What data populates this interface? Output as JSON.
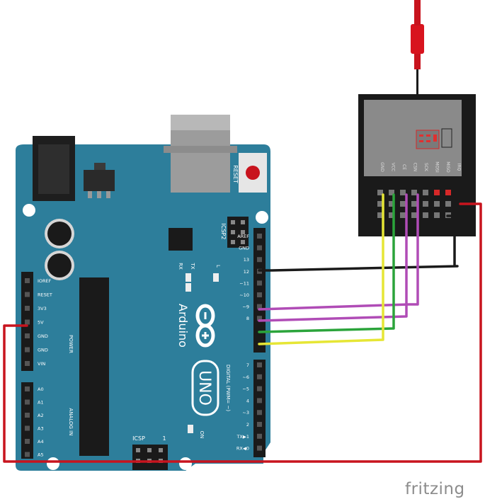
{
  "watermark": "fritzing",
  "board": {
    "brand": "Arduino",
    "model": "UNO",
    "reset_label": "RESET",
    "icsp_top": "ICSP2",
    "icsp_bottom": "ICSP",
    "led_tx": "TX",
    "led_rx": "RX",
    "led_l": "L",
    "led_on": "ON",
    "section_power": "POWER",
    "section_analog": "ANALOG IN",
    "section_digital": "DIGITAL (PWM= ~)",
    "header_label_1": "1",
    "power_pins": [
      "IOREF",
      "RESET",
      "3V3",
      "5V",
      "GND",
      "GND",
      "VIN"
    ],
    "analog_pins": [
      "A0",
      "A1",
      "A2",
      "A3",
      "A4",
      "A5"
    ],
    "digital_top": [
      "AREF",
      "GND",
      "13",
      "12",
      "~11",
      "~10",
      "~9",
      "8"
    ],
    "digital_bottom": [
      "7",
      "~6",
      "~5",
      "4",
      "~3",
      "2",
      "TX▶1",
      "RX◀0"
    ]
  },
  "module": {
    "pins": [
      "GND",
      "VCC",
      "CE",
      "CSN",
      "SCK",
      "MOSI",
      "MISO",
      "IRQ"
    ]
  },
  "colors": {
    "board": "#2d7e9b",
    "wire_red": "#c8141e",
    "wire_black": "#1a1a1a",
    "wire_purple": "#b04cb6",
    "wire_green": "#2ba43b",
    "wire_yellow": "#e6e635"
  }
}
